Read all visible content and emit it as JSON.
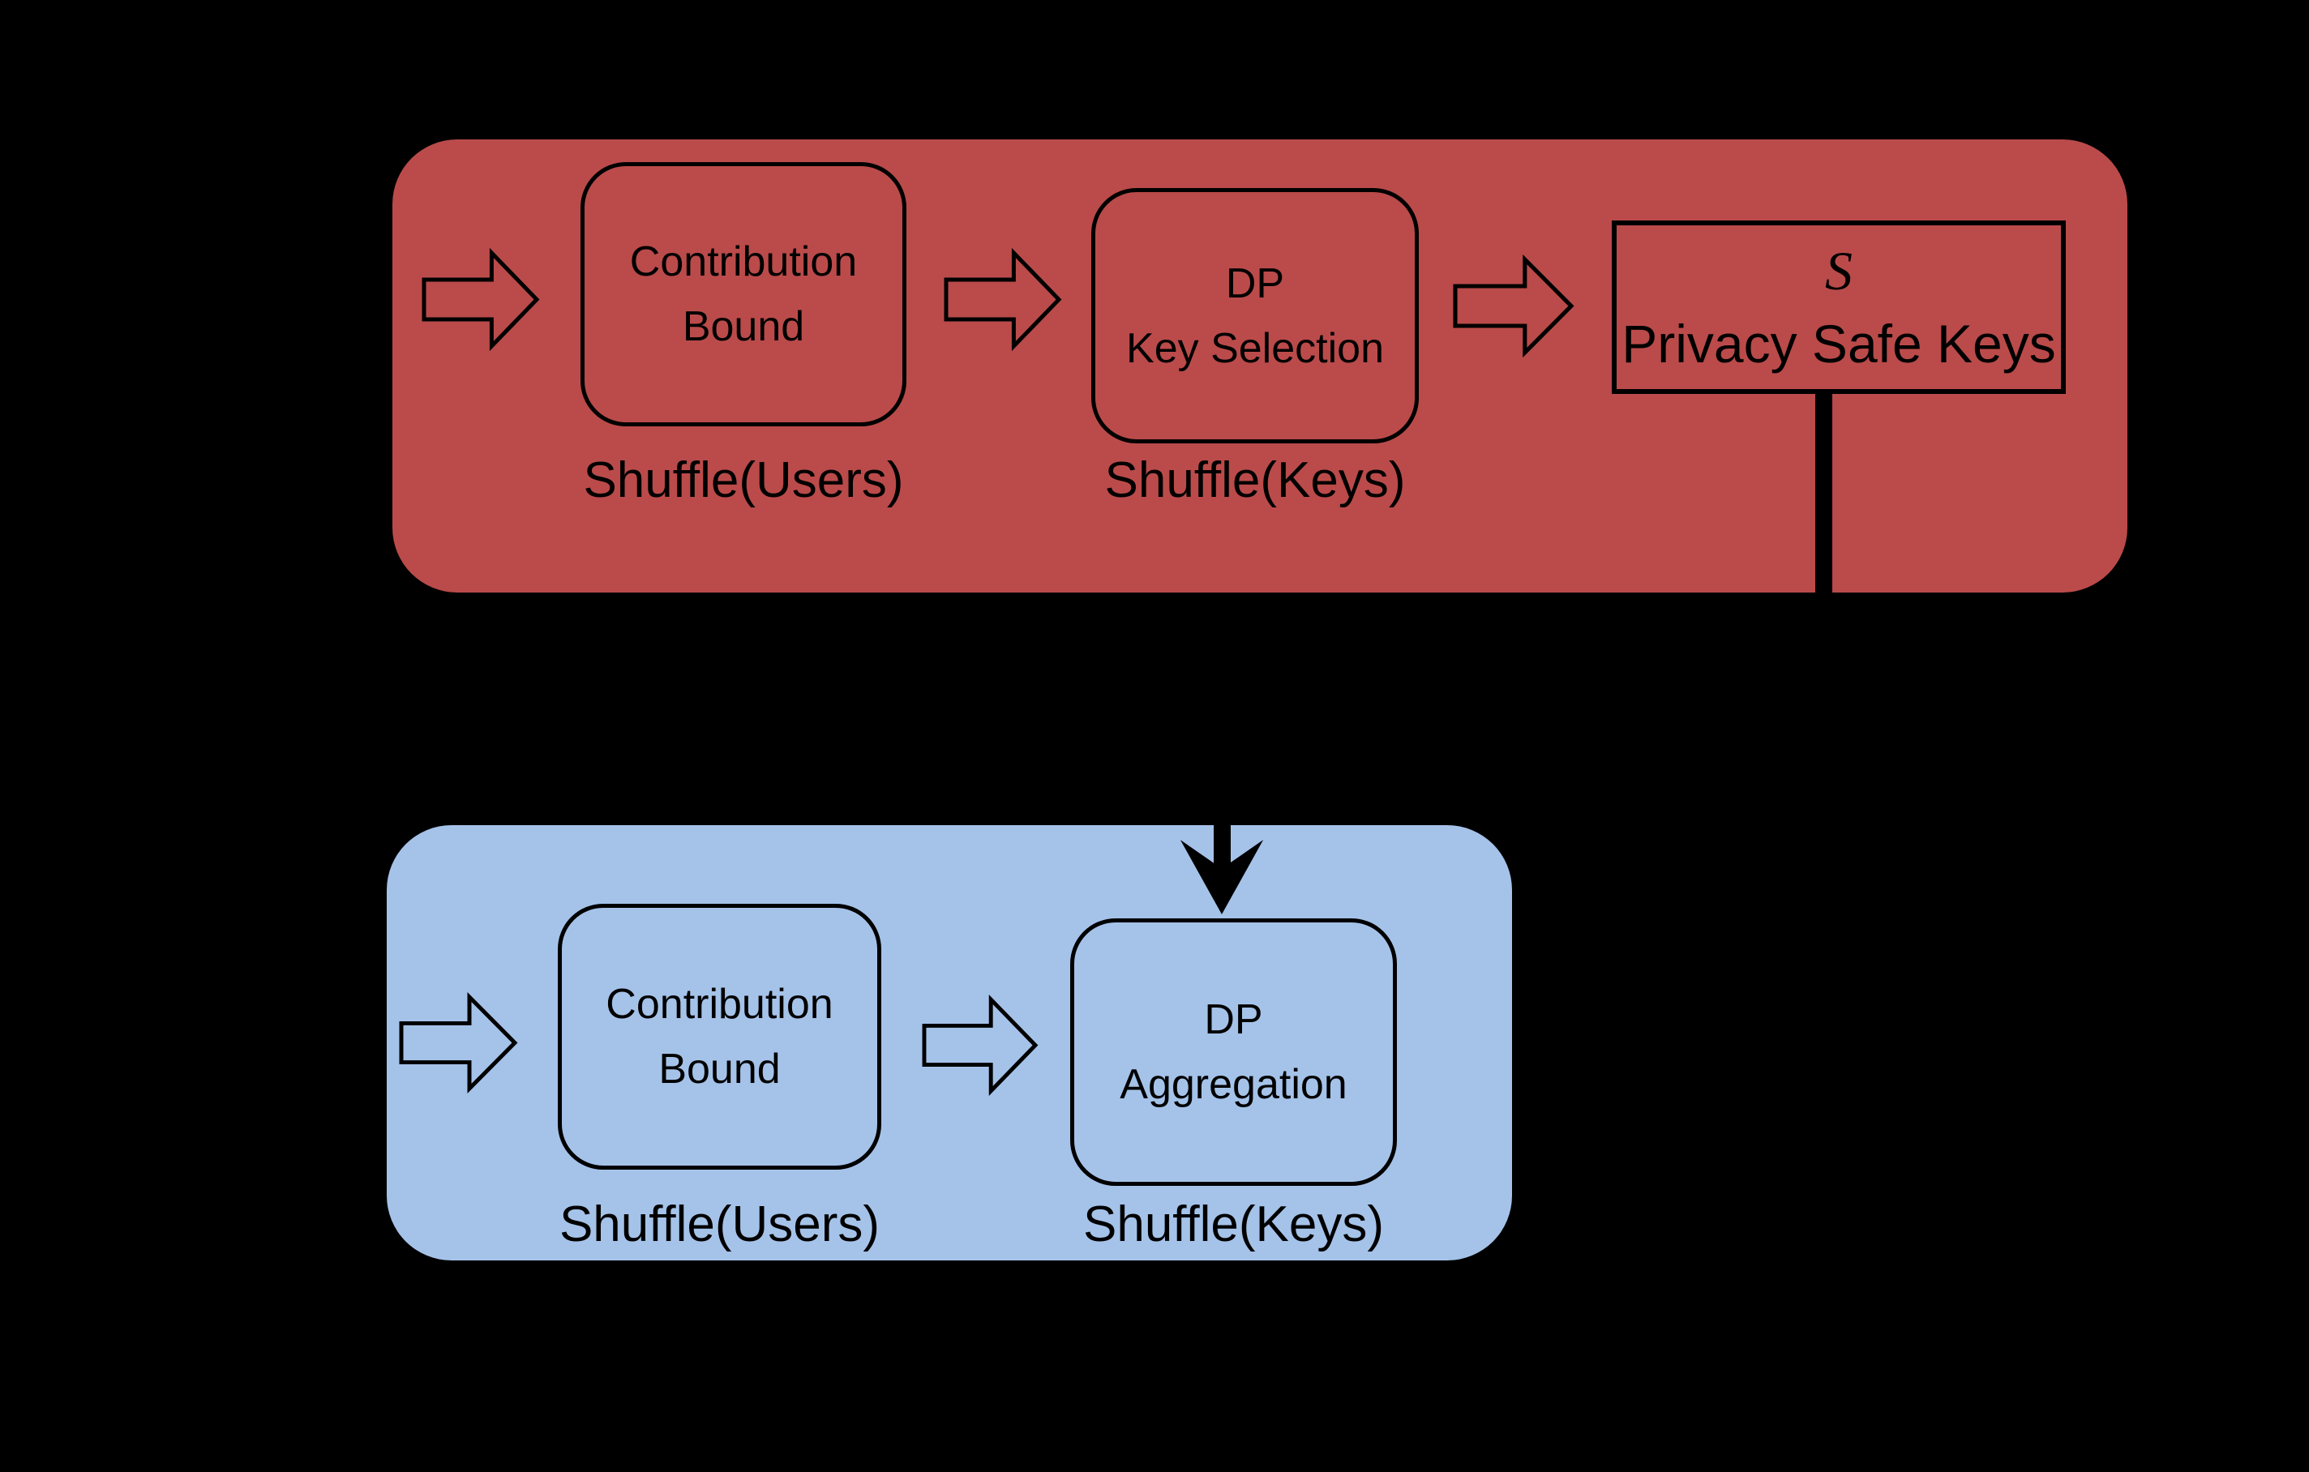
{
  "colors": {
    "background": "#000000",
    "red_panel": "#BA4B4A",
    "blue_panel": "#A5C3E9",
    "stroke_and_text": "#000000"
  },
  "upper_pipeline": {
    "steps": [
      {
        "lines": [
          "Contribution",
          "Bound"
        ]
      },
      {
        "lines": [
          "DP",
          "Key Selection"
        ]
      }
    ],
    "result_box": {
      "symbol": "S",
      "label": "Privacy Safe Keys"
    },
    "shuffle_labels": [
      "Shuffle(Users)",
      "Shuffle(Keys)"
    ]
  },
  "lower_pipeline": {
    "steps": [
      {
        "lines": [
          "Contribution",
          "Bound"
        ]
      },
      {
        "lines": [
          "DP",
          "Aggregation"
        ]
      }
    ],
    "shuffle_labels": [
      "Shuffle(Users)",
      "Shuffle(Keys)"
    ]
  },
  "icons": {
    "flow_arrow": "block-arrow-right",
    "connector_arrow": "stealth-arrow-down"
  }
}
